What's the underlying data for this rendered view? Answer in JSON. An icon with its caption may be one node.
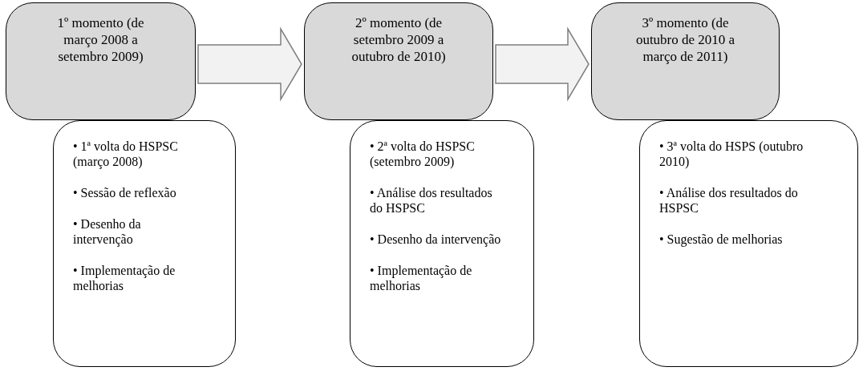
{
  "diagram": {
    "nodes": [
      {
        "text": [
          "1º momento (de março 2008 a setembro 2009)"
        ]
      },
      {
        "text": [
          "• 1ª volta do HSPSC (março 2008)",
          "• Sessão de reflexão",
          "• Desenho da intervenção",
          "• Implementação de melhorias"
        ]
      },
      {
        "text": [
          "2º momento (de setembro 2009 a outubro de 2010)"
        ]
      },
      {
        "text": [
          "• 2ª volta do HSPSC (setembro 2009)",
          "• Análise dos resultados do HSPSC",
          "• Desenho da intervenção",
          "• Implementação de melhorias"
        ]
      },
      {
        "text": [
          "3º momento (de outubro de 2010 a março de 2011)"
        ]
      },
      {
        "text": [
          "• 3ª volta do HSPS (outubro 2010)",
          "• Análise dos resultados do HSPSC",
          "• Sugestão de melhorias"
        ]
      }
    ],
    "edges": [
      {
        "from": 0,
        "to": 2,
        "arrow": "to"
      },
      {
        "from": 2,
        "to": 4,
        "arrow": "to"
      }
    ]
  }
}
